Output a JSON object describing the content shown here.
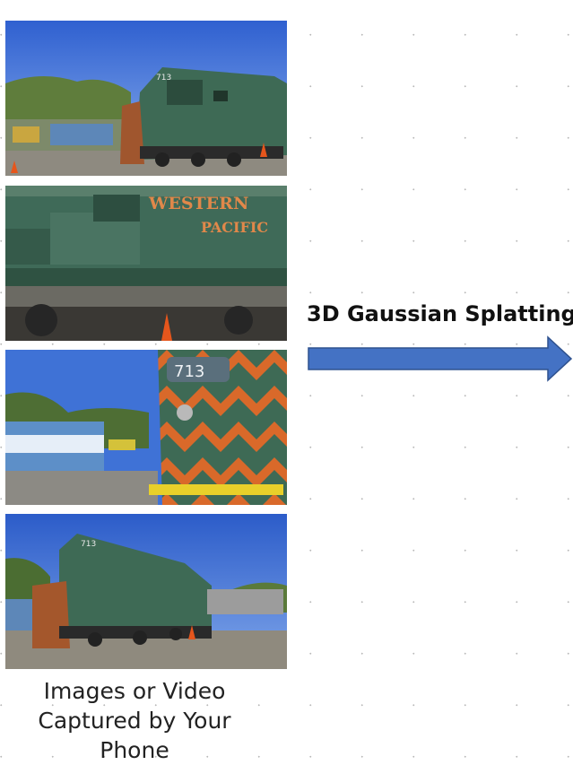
{
  "photos": [
    {
      "icon": "locomotive-side-view-photo",
      "number_text": "713"
    },
    {
      "icon": "locomotive-closeup-photo",
      "lettering_line1": "WESTERN",
      "lettering_line2": "PACIFIC"
    },
    {
      "icon": "locomotive-front-photo",
      "number_text": "713"
    },
    {
      "icon": "locomotive-angle-photo",
      "number_text": "713"
    }
  ],
  "caption": {
    "line1": "Images or Video",
    "line2": "Captured by Your Phone"
  },
  "method": {
    "label": "3D Gaussian Splatting"
  },
  "colors": {
    "arrow_fill": "#4472c4",
    "arrow_stroke": "#2f528f",
    "loco_green": "#3e6a55",
    "loco_orange": "#d9692a",
    "sky": "#3f72d6"
  }
}
